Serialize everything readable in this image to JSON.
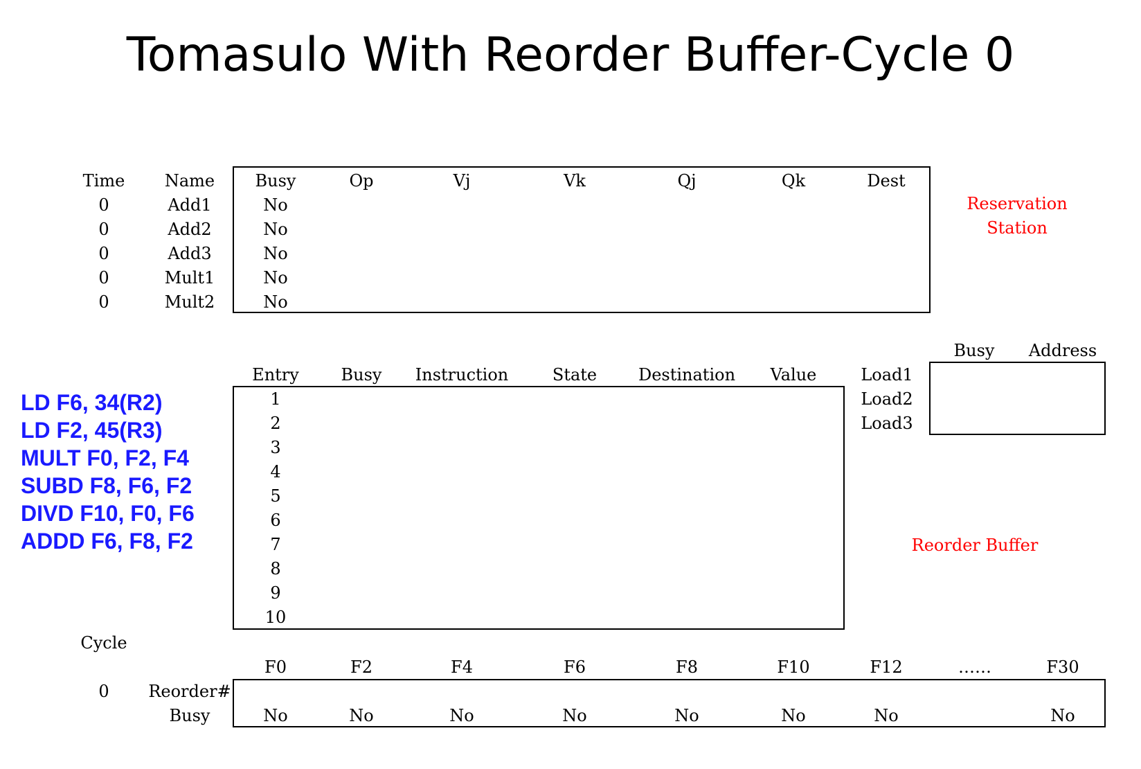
{
  "title": "Tomasulo With Reorder Buffer-Cycle 0",
  "colors": {
    "accent_red": "#ff0000",
    "instruction_blue": "#1a1aff"
  },
  "reservation_station": {
    "label_line1": "Reservation",
    "label_line2": "Station",
    "headers": [
      "Time",
      "Name",
      "Busy",
      "Op",
      "Vj",
      "Vk",
      "Qj",
      "Qk",
      "Dest"
    ],
    "rows": [
      [
        "0",
        "Add1",
        "No",
        "",
        "",
        "",
        "",
        "",
        ""
      ],
      [
        "0",
        "Add2",
        "No",
        "",
        "",
        "",
        "",
        "",
        ""
      ],
      [
        "0",
        "Add3",
        "No",
        "",
        "",
        "",
        "",
        "",
        ""
      ],
      [
        "0",
        "Mult1",
        "No",
        "",
        "",
        "",
        "",
        "",
        ""
      ],
      [
        "0",
        "Mult2",
        "No",
        "",
        "",
        "",
        "",
        "",
        ""
      ]
    ]
  },
  "reorder_buffer": {
    "label": "Reorder Buffer",
    "headers": [
      "Entry",
      "Busy",
      "Instruction",
      "State",
      "Destination",
      "Value"
    ],
    "entries": [
      "1",
      "2",
      "3",
      "4",
      "5",
      "6",
      "7",
      "8",
      "9",
      "10"
    ]
  },
  "load_buffer": {
    "headers": [
      "Busy",
      "Address"
    ],
    "rows": [
      "Load1",
      "Load2",
      "Load3"
    ]
  },
  "instructions": [
    "LD F6, 34(R2)",
    "LD F2, 45(R3)",
    "MULT F0, F2, F4",
    "SUBD F8, F6, F2",
    "DIVD F10, F0, F6",
    "ADDD F6, F8, F2"
  ],
  "register_status": {
    "cycle_label": "Cycle",
    "cycle_value": "0",
    "row_labels": [
      "Reorder#",
      "Busy"
    ],
    "registers": [
      "F0",
      "F2",
      "F4",
      "F6",
      "F8",
      "F10",
      "F12",
      "……",
      "F30"
    ],
    "busy": [
      "No",
      "No",
      "No",
      "No",
      "No",
      "No",
      "No",
      "",
      "No"
    ]
  }
}
